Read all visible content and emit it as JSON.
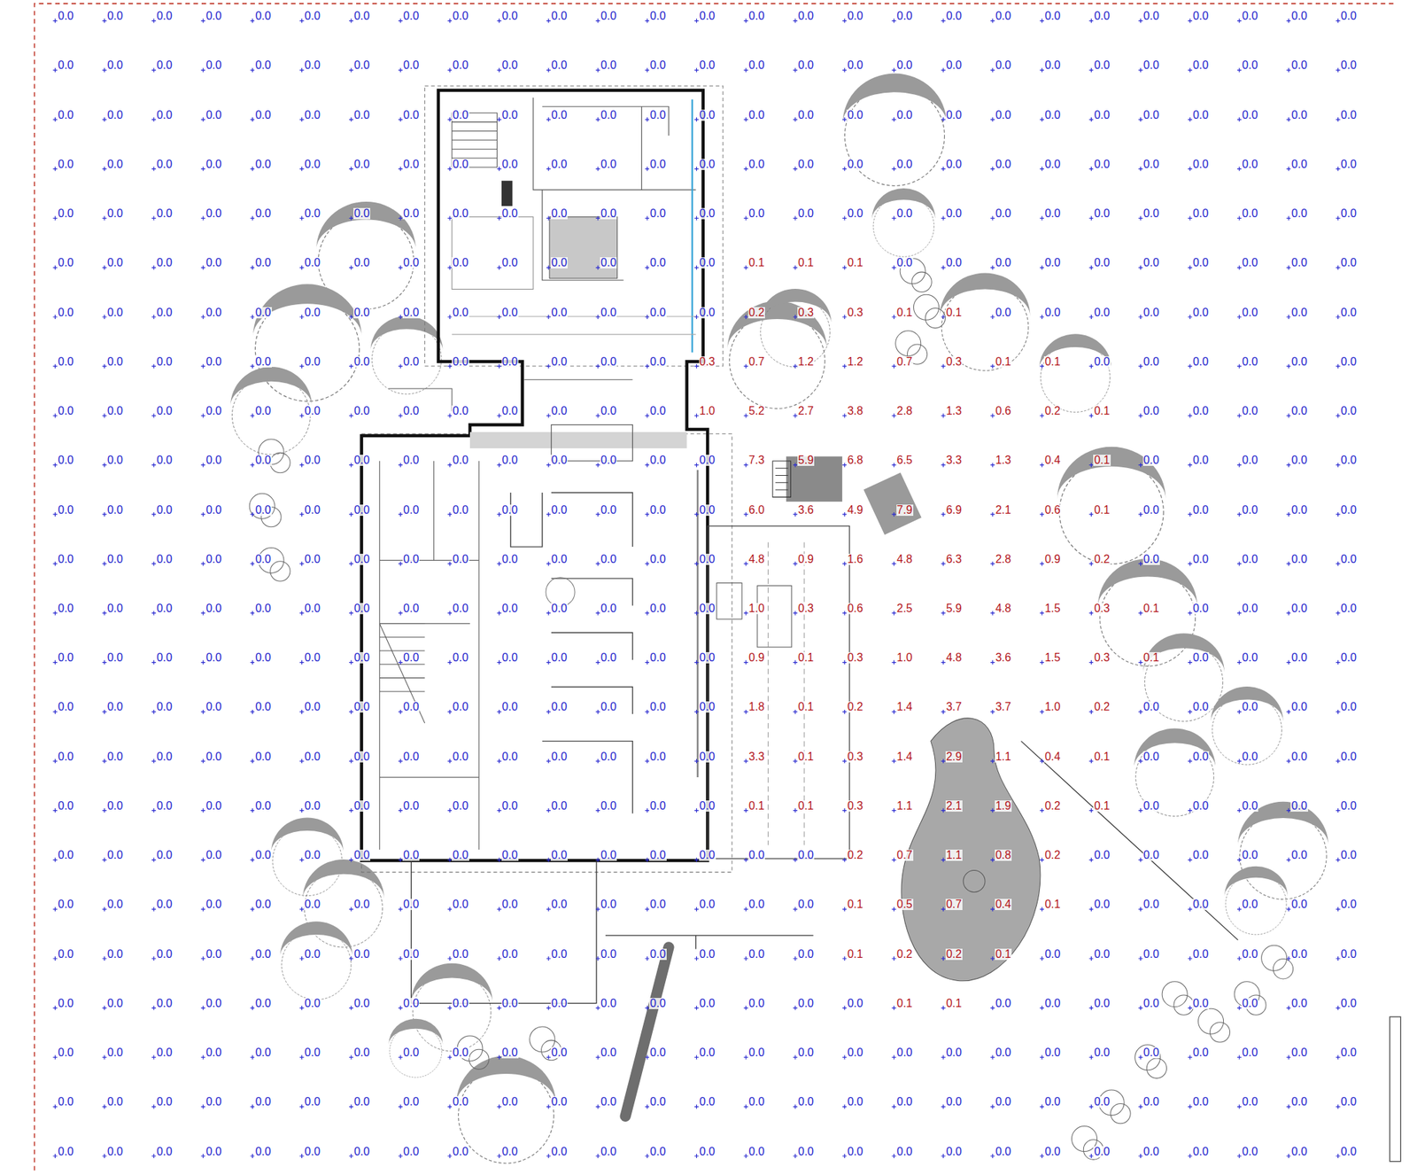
{
  "diagram": {
    "labels": [
      "0.0",
      "0.0",
      "0.0",
      "0.0",
      "0.0",
      "0.0",
      "0.0",
      "0.0",
      "0.0",
      "0.0",
      "0.0",
      "0.0",
      "0.0",
      "0.0",
      "0.0",
      "0.0",
      "0.0",
      "0.0",
      "0.0",
      "0.0",
      "0.0",
      "0.0",
      "0.0",
      "0.0",
      "0.0",
      "0.0",
      "0.0",
      "0.0",
      "0.0",
      "0.0",
      "0.0",
      "0.0",
      "0.0",
      "0.0",
      "0.0",
      "0.0",
      "0.0",
      "0.0",
      "0.0",
      "0.0",
      "0.0",
      "0.0",
      "0.0",
      "0.0",
      "0.0",
      "0.0",
      "0.0",
      "0.0",
      "0.0",
      "0.0",
      "0.0",
      "0.0",
      "0.0",
      "0.0",
      "0.0",
      "0.0",
      "0.0",
      "0.0",
      "0.0",
      "0.0",
      "0.0",
      "0.0",
      "0.0",
      "0.0",
      "0.0",
      "0.0",
      "0.0",
      "0.0",
      "0.0",
      "0.0",
      "0.0",
      "0.0",
      "0.0",
      "0.0",
      "0.0",
      "0.0",
      "0.0",
      "0.0",
      "0.0",
      "0.0",
      "0.0",
      "0.0",
      "0.0",
      "0.0",
      "0.0",
      "0.0",
      "0.0",
      "0.0",
      "0.0",
      "0.0",
      "0.0",
      "0.0",
      "0.0",
      "0.0",
      "0.0",
      "0.0",
      "0.0",
      "0.0",
      "0.0",
      "0.0",
      "0.0",
      "0.0",
      "0.0",
      "0.0",
      "0.0",
      "0.0",
      "0.0",
      "0.0",
      "0.0",
      "0.0",
      "0.0",
      "0.0",
      "0.0",
      "0.0",
      "0.0",
      "0.0",
      "0.0",
      "0.0",
      "0.0",
      "0.0",
      "0.0",
      "0.0",
      "0.0",
      "0.0",
      "0.0",
      "0.0",
      "0.0",
      "0.0",
      "0.0",
      "0.0",
      "0.0",
      "0.0",
      "0.0",
      "0.0",
      "0.0",
      "0.0",
      "0.0",
      "0.0",
      "0.0",
      "0.0",
      "0.0",
      "0.0",
      "0.0",
      "0.0",
      "0.0",
      "0.0",
      "0.0",
      "0.0",
      "0.0",
      "0.1",
      "0.1",
      "0.1",
      "0.0",
      "0.0",
      "0.0",
      "0.0",
      "0.0",
      "0.0",
      "0.0",
      "0.0",
      "0.0",
      "0.0",
      "0.0",
      "0.0",
      "0.0",
      "0.0",
      "0.0",
      "0.0",
      "0.0",
      "0.0",
      "0.0",
      "0.0",
      "0.0",
      "0.0",
      "0.0",
      "0.0",
      "0.2",
      "0.3",
      "0.3",
      "0.1",
      "0.1",
      "0.0",
      "0.0",
      "0.0",
      "0.0",
      "0.0",
      "0.0",
      "0.0",
      "0.0",
      "0.0",
      "0.0",
      "0.0",
      "0.0",
      "0.0",
      "0.0",
      "0.0",
      "0.0",
      "0.0",
      "0.0",
      "0.0",
      "0.0",
      "0.0",
      "0.3",
      "0.7",
      "1.2",
      "1.2",
      "0.7",
      "0.3",
      "0.1",
      "0.1",
      "0.0",
      "0.0",
      "0.0",
      "0.0",
      "0.0",
      "0.0",
      "0.0",
      "0.0",
      "0.0",
      "0.0",
      "0.0",
      "0.0",
      "0.0",
      "0.0",
      "0.0",
      "0.0",
      "0.0",
      "0.0",
      "0.0",
      "1.0",
      "5.2",
      "2.7",
      "3.8",
      "2.8",
      "1.3",
      "0.6",
      "0.2",
      "0.1",
      "0.0",
      "0.0",
      "0.0",
      "0.0",
      "0.0",
      "0.0",
      "0.0",
      "0.0",
      "0.0",
      "0.0",
      "0.0",
      "0.0",
      "0.0",
      "0.0",
      "0.0",
      "0.0",
      "0.0",
      "0.0",
      "0.0",
      "7.3",
      "5.9",
      "6.8",
      "6.5",
      "3.3",
      "1.3",
      "0.4",
      "0.1",
      "0.0",
      "0.0",
      "0.0",
      "0.0",
      "0.0",
      "0.0",
      "0.0",
      "0.0",
      "0.0",
      "0.0",
      "0.0",
      "0.0",
      "0.0",
      "0.0",
      "0.0",
      "0.0",
      "0.0",
      "0.0",
      "0.0",
      "6.0",
      "3.6",
      "4.9",
      "7.9",
      "6.9",
      "2.1",
      "0.6",
      "0.1",
      "0.0",
      "0.0",
      "0.0",
      "0.0",
      "0.0",
      "0.0",
      "0.0",
      "0.0",
      "0.0",
      "0.0",
      "0.0",
      "0.0",
      "0.0",
      "0.0",
      "0.0",
      "0.0",
      "0.0",
      "0.0",
      "0.0",
      "4.8",
      "0.9",
      "1.6",
      "4.8",
      "6.3",
      "2.8",
      "0.9",
      "0.2",
      "0.0",
      "0.0",
      "0.0",
      "0.0",
      "0.0",
      "0.0",
      "0.0",
      "0.0",
      "0.0",
      "0.0",
      "0.0",
      "0.0",
      "0.0",
      "0.0",
      "0.0",
      "0.0",
      "0.0",
      "0.0",
      "0.0",
      "1.0",
      "0.3",
      "0.6",
      "2.5",
      "5.9",
      "4.8",
      "1.5",
      "0.3",
      "0.1",
      "0.0",
      "0.0",
      "0.0",
      "0.0",
      "0.0",
      "0.0",
      "0.0",
      "0.0",
      "0.0",
      "0.0",
      "0.0",
      "0.0",
      "0.0",
      "0.0",
      "0.0",
      "0.0",
      "0.0",
      "0.0",
      "0.9",
      "0.1",
      "0.3",
      "1.0",
      "4.8",
      "3.6",
      "1.5",
      "0.3",
      "0.1",
      "0.0",
      "0.0",
      "0.0",
      "0.0",
      "0.0",
      "0.0",
      "0.0",
      "0.0",
      "0.0",
      "0.0",
      "0.0",
      "0.0",
      "0.0",
      "0.0",
      "0.0",
      "0.0",
      "0.0",
      "0.0",
      "1.8",
      "0.1",
      "0.2",
      "1.4",
      "3.7",
      "3.7",
      "1.0",
      "0.2",
      "0.0",
      "0.0",
      "0.0",
      "0.0",
      "0.0",
      "0.0",
      "0.0",
      "0.0",
      "0.0",
      "0.0",
      "0.0",
      "0.0",
      "0.0",
      "0.0",
      "0.0",
      "0.0",
      "0.0",
      "0.0",
      "0.0",
      "3.3",
      "0.1",
      "0.3",
      "1.4",
      "2.9",
      "1.1",
      "0.4",
      "0.1",
      "0.0",
      "0.0",
      "0.0",
      "0.0",
      "0.0",
      "0.0",
      "0.0",
      "0.0",
      "0.0",
      "0.0",
      "0.0",
      "0.0",
      "0.0",
      "0.0",
      "0.0",
      "0.0",
      "0.0",
      "0.0",
      "0.0",
      "0.1",
      "0.1",
      "0.3",
      "1.1",
      "2.1",
      "1.9",
      "0.2",
      "0.1",
      "0.0",
      "0.0",
      "0.0",
      "0.0",
      "0.0",
      "0.0",
      "0.0",
      "0.0",
      "0.0",
      "0.0",
      "0.0",
      "0.0",
      "0.0",
      "0.0",
      "0.0",
      "0.0",
      "0.0",
      "0.0",
      "0.0",
      "0.0",
      "0.0",
      "0.2",
      "0.7",
      "1.1",
      "0.8",
      "0.2",
      "0.0",
      "0.0",
      "0.0",
      "0.0",
      "0.0",
      "0.0",
      "0.0",
      "0.0",
      "0.0",
      "0.0",
      "0.0",
      "0.0",
      "0.0",
      "0.0",
      "0.0",
      "0.0",
      "0.0",
      "0.0",
      "0.0",
      "0.0",
      "0.0",
      "0.0",
      "0.1",
      "0.5",
      "0.7",
      "0.4",
      "0.1",
      "0.0",
      "0.0",
      "0.0",
      "0.0",
      "0.0",
      "0.0",
      "0.0",
      "0.0",
      "0.0",
      "0.0",
      "0.0",
      "0.0",
      "0.0",
      "0.0",
      "0.0",
      "0.0",
      "0.0",
      "0.0",
      "0.0",
      "0.0",
      "0.0",
      "0.0",
      "0.1",
      "0.2",
      "0.2",
      "0.1",
      "0.0",
      "0.0",
      "0.0",
      "0.0",
      "0.0",
      "0.0",
      "0.0",
      "0.0",
      "0.0",
      "0.0",
      "0.0",
      "0.0",
      "0.0",
      "0.0",
      "0.0",
      "0.0",
      "0.0",
      "0.0",
      "0.0",
      "0.0",
      "0.0",
      "0.0",
      "0.0",
      "0.0",
      "0.1",
      "0.1",
      "0.0",
      "0.0",
      "0.0",
      "0.0",
      "0.0",
      "0.0",
      "0.0",
      "0.0",
      "0.0",
      "0.0",
      "0.0",
      "0.0",
      "0.0",
      "0.0",
      "0.0",
      "0.0",
      "0.0",
      "0.0",
      "0.0",
      "0.0",
      "0.0",
      "0.0",
      "0.0",
      "0.0",
      "0.0",
      "0.0",
      "0.0",
      "0.0",
      "0.0",
      "0.0",
      "0.0",
      "0.0",
      "0.0",
      "0.0",
      "0.0",
      "0.0",
      "0.0",
      "0.0",
      "0.0",
      "0.0",
      "0.0",
      "0.0",
      "0.0",
      "0.0",
      "0.0",
      "0.0",
      "0.0",
      "0.0",
      "0.0",
      "0.0",
      "0.0",
      "0.0",
      "0.0",
      "0.0",
      "0.0",
      "0.0",
      "0.0",
      "0.0",
      "0.0",
      "0.0",
      "0.0",
      "0.0",
      "0.0",
      "0.0",
      "0.0",
      "0.0",
      "0.0",
      "0.0",
      "0.0",
      "0.0",
      "0.0",
      "0.0",
      "0.0",
      "0.0",
      "0.0",
      "0.0",
      "0.0",
      "0.0",
      "0.0",
      "0.0",
      "0.0",
      "0.0",
      "0.0",
      "0.0",
      "0.0",
      "0.0",
      "0.0",
      "0.0",
      "0.0"
    ]
  }
}
